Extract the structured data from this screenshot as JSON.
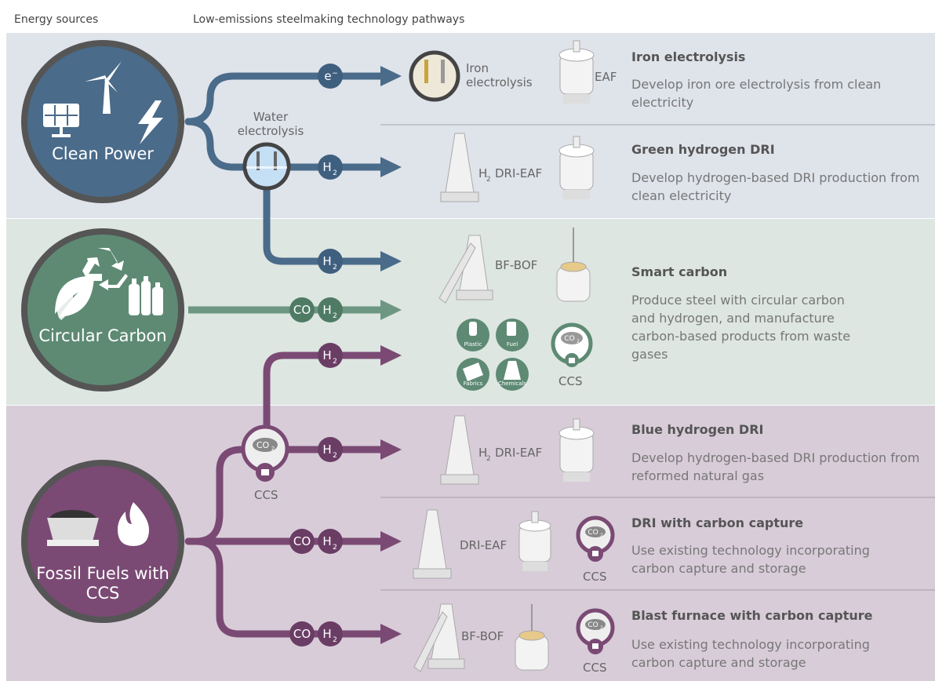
{
  "header": {
    "energy_sources": "Energy sources",
    "pathways": "Low-emissions steelmaking technology pathways"
  },
  "sources": {
    "clean_power": "Clean Power",
    "circular_carbon": "Circular Carbon",
    "fossil_fuels": "Fossil Fuels with CCS"
  },
  "labels": {
    "water_electrolysis": "Water electrolysis",
    "iron_electrolysis": "Iron electrolysis",
    "eaf": "EAF",
    "h2_dri_eaf": "DRI-EAF",
    "bf_bof": "BF-BOF",
    "dri_eaf": "DRI-EAF",
    "ccs": "CCS",
    "co": "CO",
    "h2": "H",
    "h2_sub": "2",
    "e": "e",
    "e_sup": "−",
    "co2": "CO",
    "co2_sub": "2",
    "plastic": "Plastic",
    "fuel": "Fuel",
    "fabrics": "Fabrics",
    "chemicals": "Chemicals"
  },
  "pathways": [
    {
      "title": "Iron electrolysis",
      "description": "Develop iron ore electrolysis from clean electricity"
    },
    {
      "title": "Green hydrogen DRI",
      "description": "Develop hydrogen-based DRI production from clean electricity"
    },
    {
      "title": "Smart carbon",
      "description": "Produce steel with circular carbon and hydrogen, and manufacture carbon-based products from waste gases"
    },
    {
      "title": "Blue hydrogen DRI",
      "description": "Develop hydrogen-based DRI production from reformed natural gas"
    },
    {
      "title": "DRI with carbon capture",
      "description": "Use existing technology incorporating carbon capture and storage"
    },
    {
      "title": "Blast furnace with carbon capture",
      "description": "Use existing technology incorporating carbon capture and storage"
    }
  ],
  "colors": {
    "clean": "#4a6b8a",
    "circular": "#5e8a74",
    "fossil": "#7a4a74",
    "clean_bg": "#dfe3ea",
    "circular_bg": "#dde6e1",
    "fossil_bg": "#d8ccd8"
  }
}
